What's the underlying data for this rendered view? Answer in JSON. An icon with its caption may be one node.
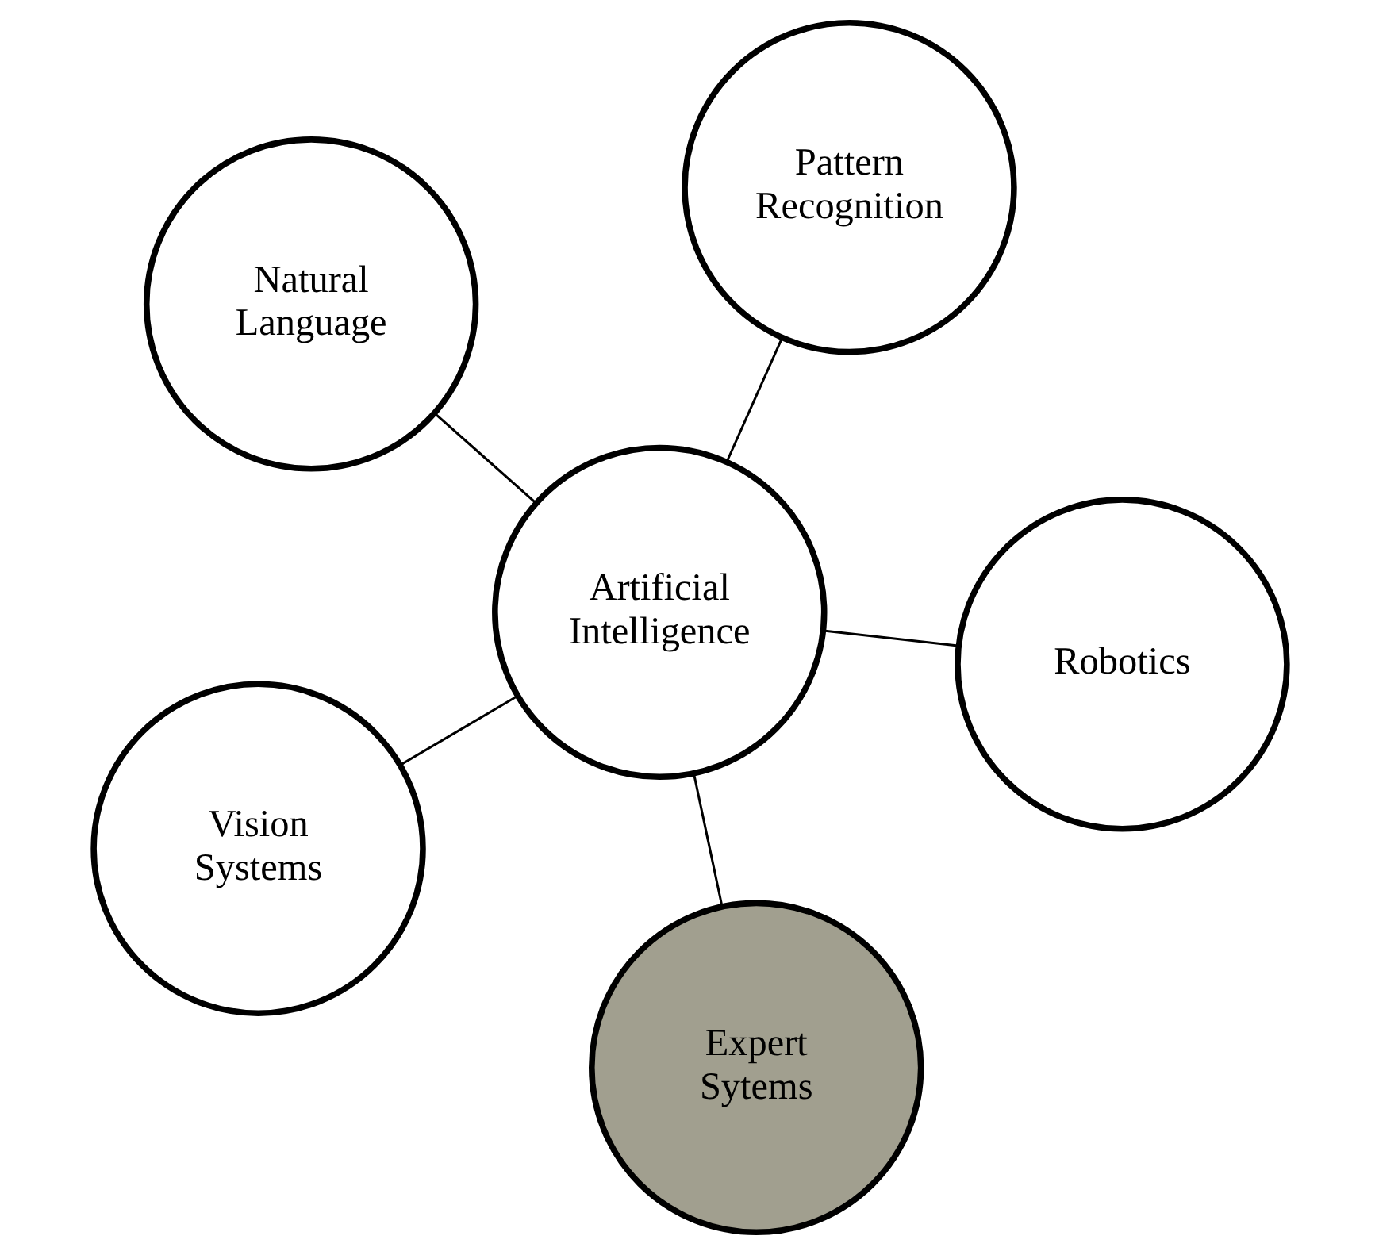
{
  "diagram": {
    "nodes": [
      {
        "text": [
          "Natural Language"
        ]
      },
      {
        "text": [
          "Robotics"
        ]
      },
      {
        "text": [
          "Expert Sytems"
        ]
      },
      {
        "text": [
          "Artificial Intelligence"
        ]
      },
      {
        "text": [
          "Pattern Recognition"
        ]
      },
      {
        "text": [
          "Vision Systems"
        ]
      }
    ],
    "edges": [
      {
        "from": 3,
        "to": 0,
        "arrow": "none"
      },
      {
        "from": 3,
        "to": 1,
        "arrow": "none"
      },
      {
        "from": 3,
        "to": 2,
        "arrow": "none"
      },
      {
        "from": 3,
        "to": 4,
        "arrow": "none"
      },
      {
        "from": 3,
        "to": 5,
        "arrow": "none"
      }
    ]
  }
}
